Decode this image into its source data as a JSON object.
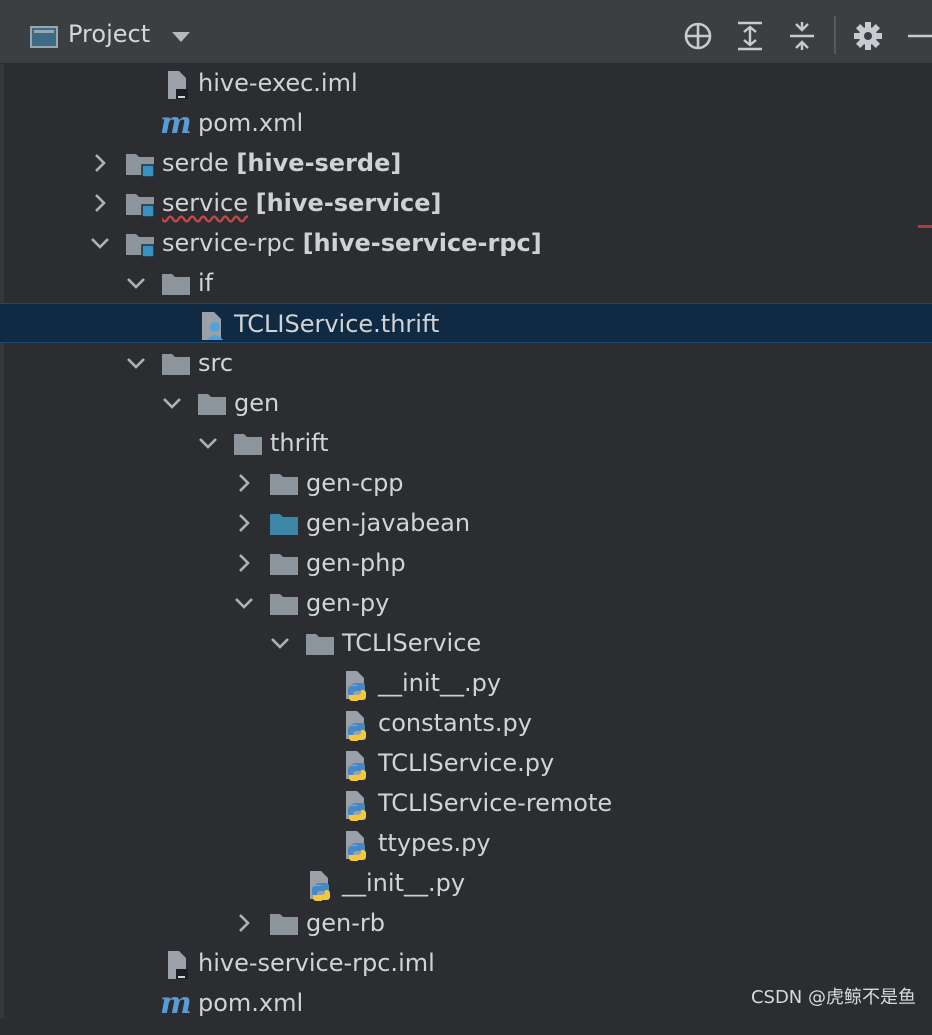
{
  "header": {
    "title": "Project",
    "icons": [
      "locate-icon",
      "expand-all-icon",
      "collapse-all-icon",
      "gear-icon",
      "minimize-icon"
    ]
  },
  "tree": [
    {
      "label": "hive-exec.iml",
      "module": "",
      "indent": 0,
      "arrow": "none",
      "icon": "iml",
      "selected": false
    },
    {
      "label": "pom.xml",
      "module": "",
      "indent": 0,
      "arrow": "none",
      "icon": "maven",
      "selected": false
    },
    {
      "label": "serde",
      "module": "[hive-serde]",
      "indent": -1,
      "arrow": "right",
      "icon": "module",
      "selected": false
    },
    {
      "label": "service",
      "module": "[hive-service]",
      "indent": -1,
      "arrow": "right",
      "icon": "module",
      "selected": false,
      "squiggle": true
    },
    {
      "label": "service-rpc",
      "module": "[hive-service-rpc]",
      "indent": -1,
      "arrow": "down",
      "icon": "module",
      "selected": false
    },
    {
      "label": "if",
      "module": "",
      "indent": 0,
      "arrow": "down",
      "icon": "folder",
      "selected": false
    },
    {
      "label": "TCLIService.thrift",
      "module": "",
      "indent": 1,
      "arrow": "none",
      "icon": "thrift",
      "selected": true
    },
    {
      "label": "src",
      "module": "",
      "indent": 0,
      "arrow": "down",
      "icon": "folder",
      "selected": false
    },
    {
      "label": "gen",
      "module": "",
      "indent": 1,
      "arrow": "down",
      "icon": "folder",
      "selected": false
    },
    {
      "label": "thrift",
      "module": "",
      "indent": 2,
      "arrow": "down",
      "icon": "folder",
      "selected": false
    },
    {
      "label": "gen-cpp",
      "module": "",
      "indent": 3,
      "arrow": "right",
      "icon": "folder",
      "selected": false
    },
    {
      "label": "gen-javabean",
      "module": "",
      "indent": 3,
      "arrow": "right",
      "icon": "folder-blue",
      "selected": false
    },
    {
      "label": "gen-php",
      "module": "",
      "indent": 3,
      "arrow": "right",
      "icon": "folder",
      "selected": false
    },
    {
      "label": "gen-py",
      "module": "",
      "indent": 3,
      "arrow": "down",
      "icon": "folder",
      "selected": false
    },
    {
      "label": "TCLIService",
      "module": "",
      "indent": 4,
      "arrow": "down",
      "icon": "folder",
      "selected": false
    },
    {
      "label": "__init__.py",
      "module": "",
      "indent": 5,
      "arrow": "none",
      "icon": "python",
      "selected": false
    },
    {
      "label": "constants.py",
      "module": "",
      "indent": 5,
      "arrow": "none",
      "icon": "python",
      "selected": false
    },
    {
      "label": "TCLIService.py",
      "module": "",
      "indent": 5,
      "arrow": "none",
      "icon": "python",
      "selected": false
    },
    {
      "label": "TCLIService-remote",
      "module": "",
      "indent": 5,
      "arrow": "none",
      "icon": "python",
      "selected": false
    },
    {
      "label": "ttypes.py",
      "module": "",
      "indent": 5,
      "arrow": "none",
      "icon": "python",
      "selected": false
    },
    {
      "label": "__init__.py",
      "module": "",
      "indent": 4,
      "arrow": "none",
      "icon": "python",
      "selected": false
    },
    {
      "label": "gen-rb",
      "module": "",
      "indent": 3,
      "arrow": "right",
      "icon": "folder",
      "selected": false
    },
    {
      "label": "hive-service-rpc.iml",
      "module": "",
      "indent": 0,
      "arrow": "none",
      "icon": "iml",
      "selected": false
    },
    {
      "label": "pom.xml",
      "module": "",
      "indent": 0,
      "arrow": "none",
      "icon": "maven",
      "selected": false
    }
  ],
  "watermark": "CSDN @虎鲸不是鱼",
  "colors": {
    "background": "#2b2d30",
    "header": "#3c3f41",
    "selection": "#0f2a42",
    "folder": "#8d959c",
    "folder_blue": "#3e86a8",
    "module_badge": "#3592c4",
    "maven": "#5b9bd5",
    "python_blue": "#4a88c4",
    "python_yellow": "#f3c83a"
  }
}
